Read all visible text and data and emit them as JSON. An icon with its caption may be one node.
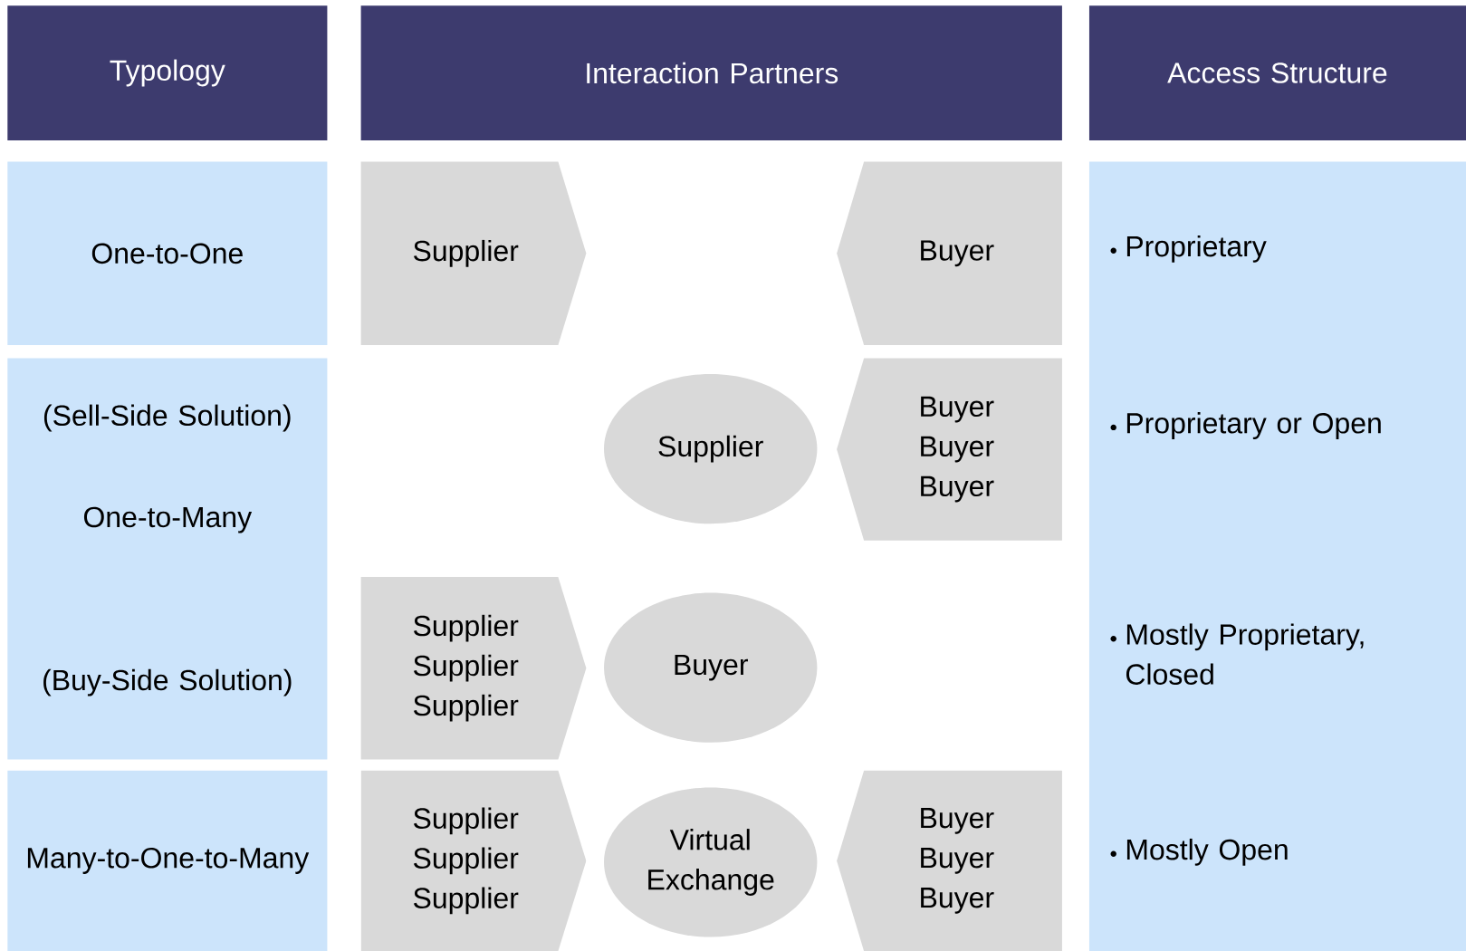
{
  "diagram": {
    "nodes": [
      {
        "text": [
          "Typology"
        ]
      },
      {
        "text": [
          "Interaction Partners"
        ]
      },
      {
        "text": [
          "Access Structure"
        ]
      },
      {
        "text": [
          "One-to-One"
        ]
      },
      {
        "text": [
          "Supplier"
        ]
      },
      {
        "text": [
          "Buyer"
        ]
      },
      {
        "text": [
          "Proprietary",
          "Proprietary or Open",
          "Mostly Proprietary, Closed",
          "Mostly Open"
        ]
      },
      {
        "text": [
          "(Sell-Side Solution)",
          "One-to-Many",
          "(Buy-Side Solution)"
        ]
      },
      {
        "text": [
          "Supplier"
        ]
      },
      {
        "text": [
          "Buyer",
          "Buyer",
          "Buyer"
        ]
      },
      {
        "text": [
          "Supplier",
          "Supplier",
          "Supplier"
        ]
      },
      {
        "text": [
          "Buyer"
        ]
      },
      {
        "text": [
          "Many-to-One-to-Many"
        ]
      },
      {
        "text": [
          "Supplier",
          "Supplier",
          "Supplier"
        ]
      },
      {
        "text": [
          "Virtual Exchange"
        ]
      },
      {
        "text": [
          "Buyer",
          "Buyer",
          "Buyer"
        ]
      }
    ]
  }
}
